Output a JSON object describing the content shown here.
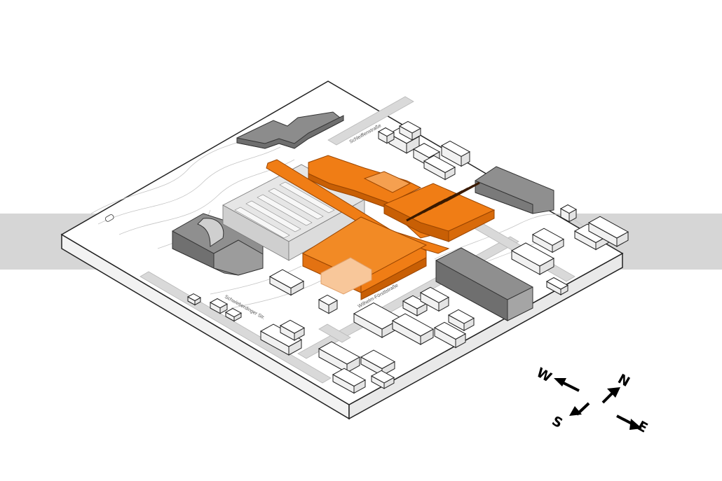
{
  "figure": {
    "kind": "isometric site plan",
    "colors": {
      "highlight": "#f07d15",
      "highlight_dark": "#c85f05",
      "highlight_light": "#f8c79a",
      "band": "#d6d6d6",
      "ground": "#ffffff",
      "road": "#d9d9d9",
      "dark_building": "#8c8c8c",
      "light_building": "#e6e6e6",
      "outline": "#222222"
    }
  },
  "streets": {
    "north": "Schleiffenstraße",
    "south_west": "Schwieberdinger Str.",
    "south_east": "Wilhelm-Förstlstraße"
  },
  "compass": {
    "north": "N",
    "south": "S",
    "east": "E",
    "west": "W",
    "icons": [
      "arrow-north",
      "arrow-south",
      "arrow-east",
      "arrow-west"
    ]
  }
}
